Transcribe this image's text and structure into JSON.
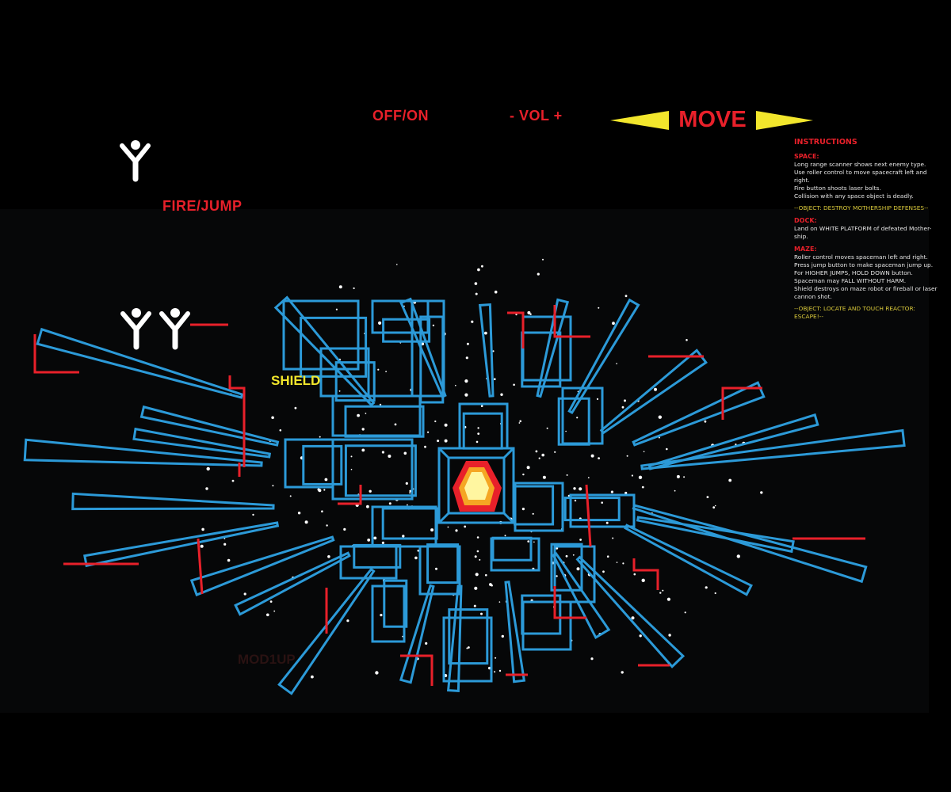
{
  "controls": {
    "power_label": "OFF/ON",
    "volume_label": "- VOL +",
    "move_label": "MOVE",
    "fire_jump_label": "FIRE/JUMP"
  },
  "hud": {
    "shield_label": "SHIELD",
    "player_label": "MOD1UP",
    "lives_remaining": 2
  },
  "instructions": {
    "title": "INSTRUCTIONS",
    "space": {
      "heading": "SPACE:",
      "lines": [
        "Long range scanner shows next enemy type.",
        "Use roller control to move spacecraft left and right.",
        "Fire button shoots laser bolts.",
        "Collision with any space object is deadly."
      ],
      "objective": "--OBJECT: DESTROY MOTHERSHIP DEFENSES--"
    },
    "dock": {
      "heading": "DOCK:",
      "lines": [
        "Land on WHITE PLATFORM of defeated Mother-ship."
      ]
    },
    "maze": {
      "heading": "MAZE:",
      "lines": [
        "Roller control moves spaceman left and right.",
        "Press jump button to make spaceman jump up.",
        "For HIGHER JUMPS, HOLD DOWN button.",
        "Spaceman may FALL WITHOUT HARM.",
        "Shield destroys on maze robot or fireball or laser cannon shot."
      ],
      "objective": "--OBJECT: LOCATE AND TOUCH REACTOR: ESCAPE!--"
    }
  },
  "colors": {
    "maze_blue": "#2c9ad8",
    "accent_red": "#e8202a",
    "arrow_yellow": "#f2e62c",
    "reactor_red": "#e8202a",
    "reactor_orange": "#f5a623",
    "reactor_core": "#fff6a0"
  }
}
